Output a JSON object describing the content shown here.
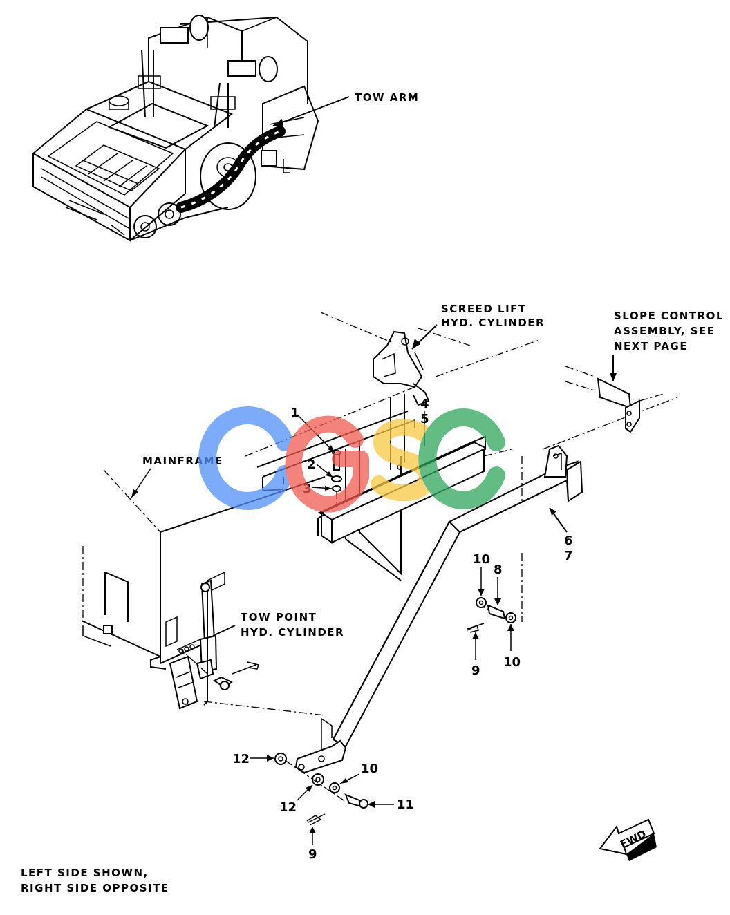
{
  "labels": {
    "tow_arm": "TOW ARM",
    "screed_lift": [
      "SCREED LIFT",
      "HYD. CYLINDER"
    ],
    "slope_control": [
      "SLOPE CONTROL",
      "ASSEMBLY, SEE",
      "NEXT PAGE"
    ],
    "mainframe": "MAINFRAME",
    "tow_point": [
      "TOW POINT",
      "HYD. CYLINDER"
    ],
    "note": [
      "LEFT SIDE SHOWN,",
      "RIGHT SIDE OPPOSITE"
    ],
    "fwd": "FWD"
  },
  "callouts": {
    "c1": "1",
    "c2": "2",
    "c3": "3",
    "c4": "4",
    "c5": "5",
    "c6": "6",
    "c7": "7",
    "c8": "8",
    "c9a": "9",
    "c9b": "9",
    "c10a": "10",
    "c10b": "10",
    "c10c": "10",
    "c11": "11",
    "c12a": "12",
    "c12b": "12"
  },
  "watermark": {
    "text": "CGSC",
    "colors": [
      "#4f8ff7",
      "#f05a4f",
      "#f7c942",
      "#2fa65a"
    ]
  }
}
